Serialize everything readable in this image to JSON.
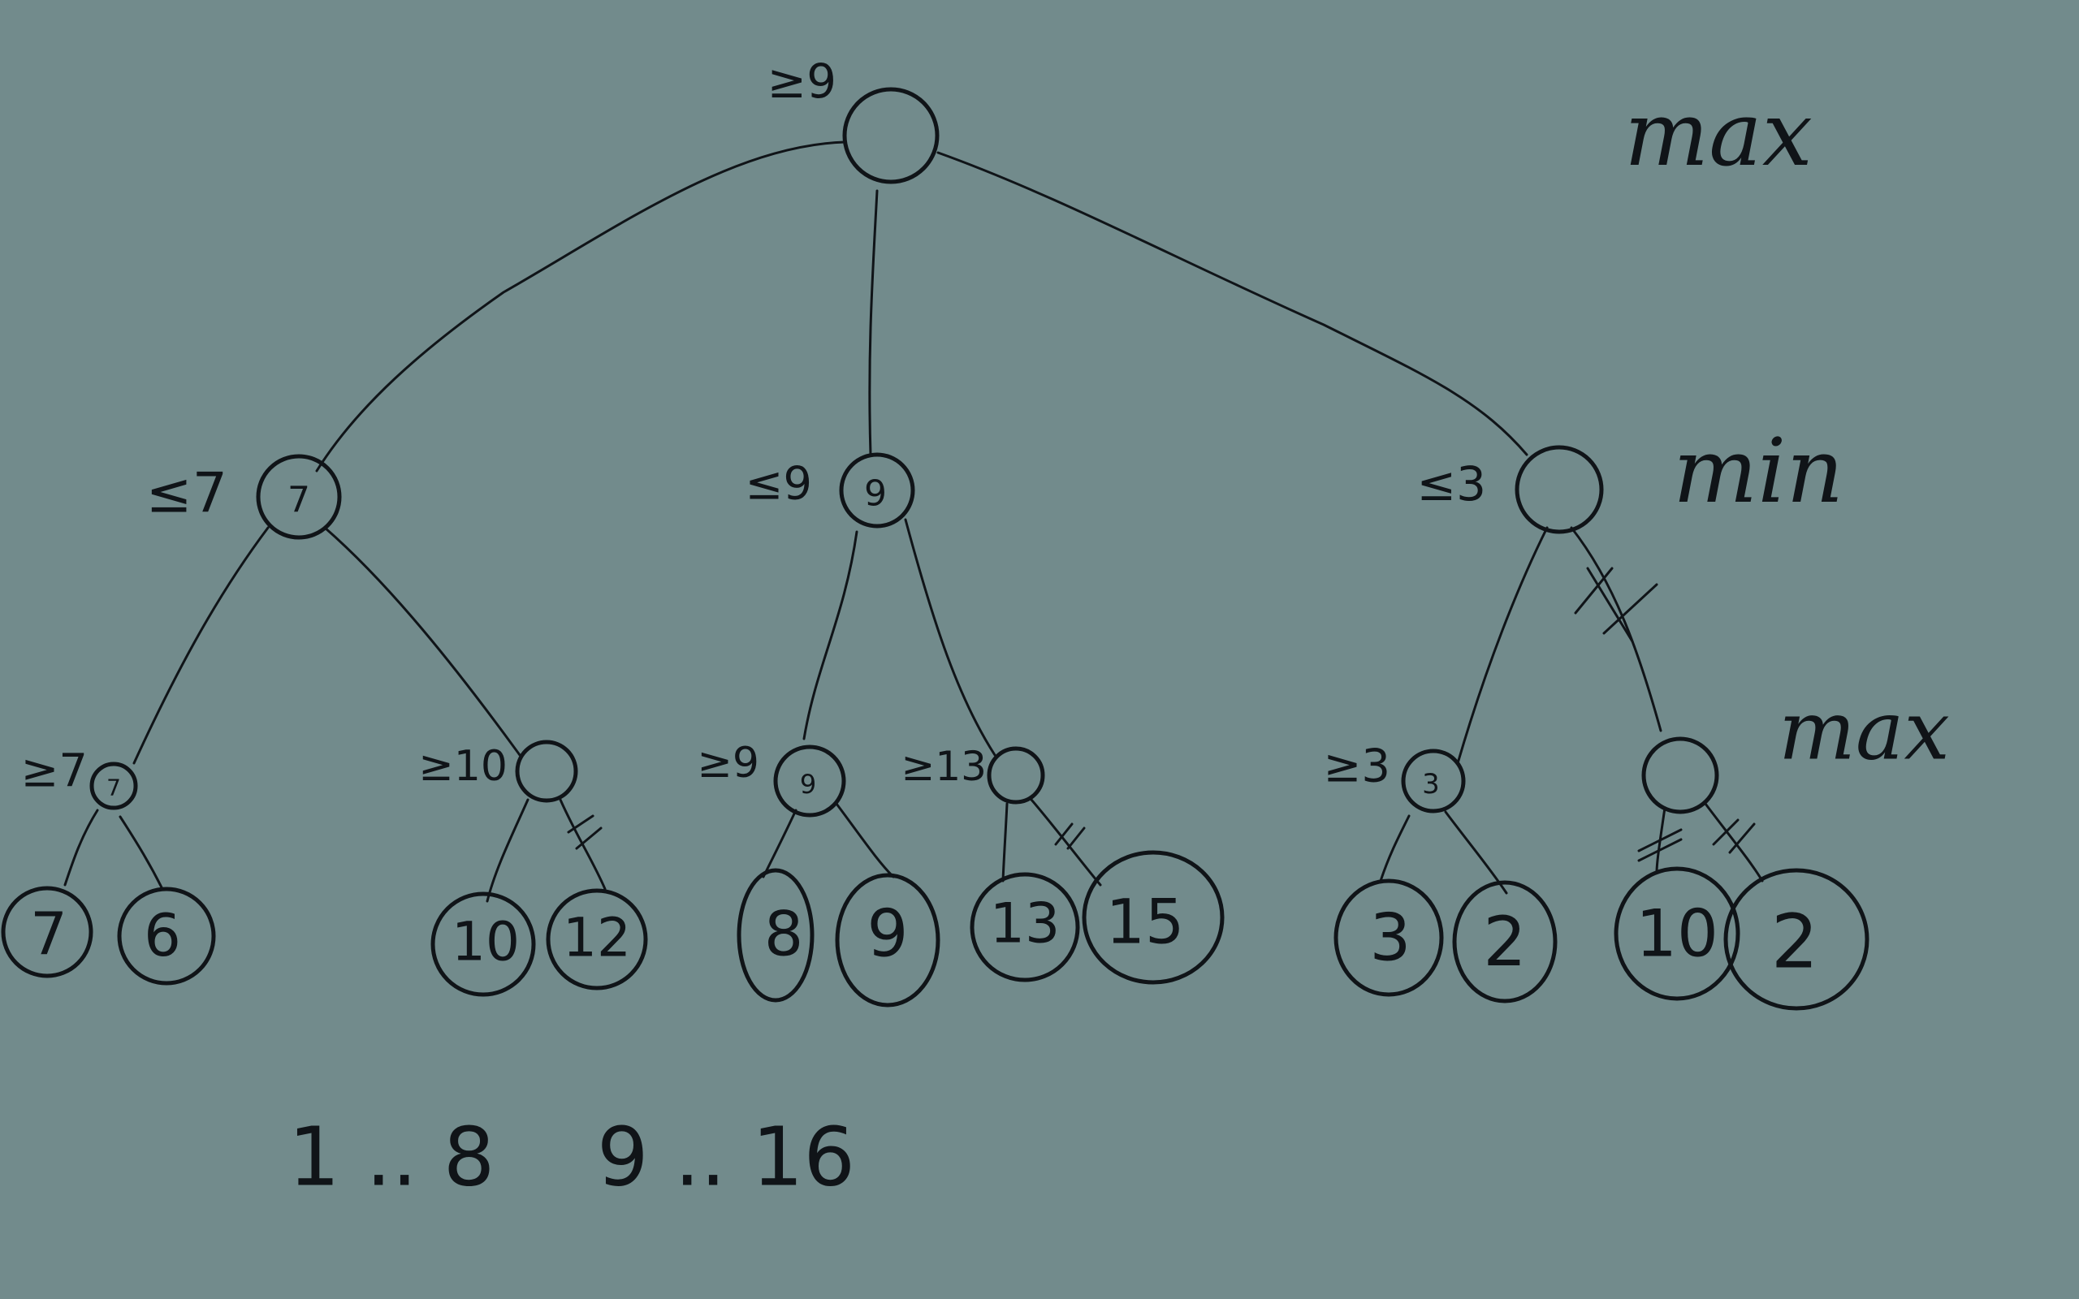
{
  "levels": {
    "top": "max",
    "middle": "min",
    "bottom": "max"
  },
  "root": {
    "bound": "≥9",
    "value": ""
  },
  "min_nodes": [
    {
      "bound": "≤7",
      "value": "7"
    },
    {
      "bound": "≤9",
      "value": "9"
    },
    {
      "bound": "≤3",
      "value": ""
    }
  ],
  "max_nodes": [
    {
      "bound": "≥7",
      "value": "7"
    },
    {
      "bound": "≥10",
      "value": ""
    },
    {
      "bound": "≥9",
      "value": "9"
    },
    {
      "bound": "≥13",
      "value": ""
    },
    {
      "bound": "≥3",
      "value": "3"
    },
    {
      "bound": "",
      "value": ""
    }
  ],
  "leaves": [
    "7",
    "6",
    "10",
    "12",
    "8",
    "9",
    "13",
    "15",
    "3",
    "2",
    "10",
    "2"
  ],
  "range_note": {
    "left": "1 .. 8",
    "right": "9 .. 16"
  },
  "colors": {
    "background": "#728b8c",
    "ink": "#101418"
  }
}
